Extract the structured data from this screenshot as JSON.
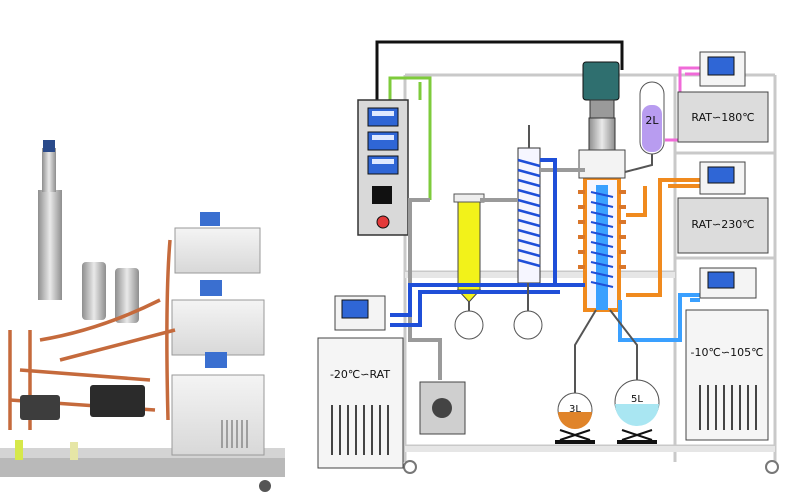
{
  "labels": {
    "heater_top": "RAT∽180℃",
    "heater_mid": "RAT∽230℃",
    "chiller_right": "-10℃∽105℃",
    "chiller_left": "-20℃∽RAT",
    "flask_top": "2L",
    "flask_mid": "3L",
    "flask_right": "5L"
  },
  "colors": {
    "cold_loop": "#1f4fd8",
    "light_loop": "#3aa0ff",
    "hot_loop": "#f08a1e",
    "pink_loop": "#f06ad8",
    "green_line": "#7ecb3b",
    "frame": "#c9c9c9",
    "yellow_column": "#f2f21a",
    "screen_blue": "#2f66d6",
    "motor_teal": "#2f6f6f"
  }
}
